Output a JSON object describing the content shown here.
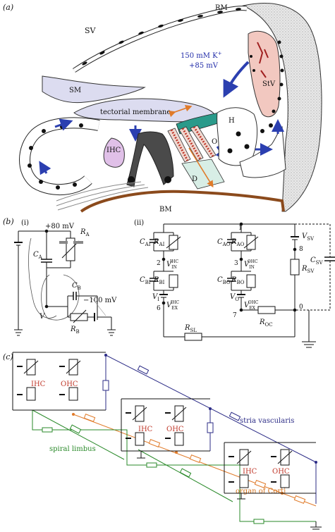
{
  "panel_a": {
    "label": "(a)",
    "sv": "SV",
    "rm": "RM",
    "sm": "SM",
    "stv": "StV",
    "k_line1": "150 mM K",
    "k_sup": "+",
    "k_line2": "+85 mV",
    "tectorial": "tectorial membrane",
    "ihc": "IHC",
    "o": "O",
    "h": "H",
    "d": "D",
    "bm": "BM"
  },
  "panel_b": {
    "label": "(b)",
    "sub_i": "(i)",
    "sub_ii": "(ii)",
    "v_plus": "+80 mV",
    "v_minus": "−100 mV",
    "ra": "R",
    "ra_sub": "A",
    "ca": "C",
    "ca_sub": "A",
    "cb": "C",
    "cb_sub": "B",
    "rb": "R",
    "rb_sub": "B",
    "v": "V",
    "cai": "C",
    "cai_sub": "AI",
    "rai": "R",
    "rai_sub": "AI",
    "cao": "C",
    "cao_sub": "AO",
    "rao": "R",
    "rao_sub": "AO",
    "cbi": "C",
    "cbi_sub": "BI",
    "rbi": "R",
    "rbi_sub": "BI",
    "cbo": "C",
    "cbo_sub": "BO",
    "rbo": "R",
    "rbo_sub": "BO",
    "vsv": "V",
    "vsv_sub": "SV",
    "rsv": "R",
    "rsv_sub": "SV",
    "csv": "C",
    "csv_sub": "SV",
    "rsl": "R",
    "rsl_sub": "SL",
    "roc": "R",
    "roc_sub": "OC",
    "vi": "V",
    "vi_sub": "I",
    "vo": "V",
    "vo_sub": "O",
    "vin_ihc": "V",
    "vin_ihc_sup": "IHC",
    "vin_ihc_sub": "IN",
    "vex_ihc": "V",
    "vex_ihc_sup": "IHC",
    "vex_ihc_sub": "EX",
    "vin_ohc": "V",
    "vin_ohc_sup": "OHC",
    "vin_ohc_sub": "IN",
    "vex_ohc": "V",
    "vex_ohc_sup": "OHC",
    "vex_ohc_sub": "EX",
    "node_1": "1",
    "node_2": "2",
    "node_3": "3",
    "node_6": "6",
    "node_7": "7",
    "node_8": "8",
    "node_0": "0"
  },
  "panel_c": {
    "label": "(c)",
    "ihc": "IHC",
    "ohc": "OHC",
    "stria": "stria vascularis",
    "limbus": "spiral limbus",
    "corti": "organ of Corti"
  },
  "colors": {
    "blue_arrow": "#2b3fb0",
    "orange": "#e07b2a",
    "green": "#2a8a2a",
    "navy": "#2b2b86",
    "red_label": "#c0392b",
    "stria_fill": "#f2c8c0",
    "tectorial_fill": "#dcdcf0",
    "bm_brown": "#8b4a1c"
  }
}
